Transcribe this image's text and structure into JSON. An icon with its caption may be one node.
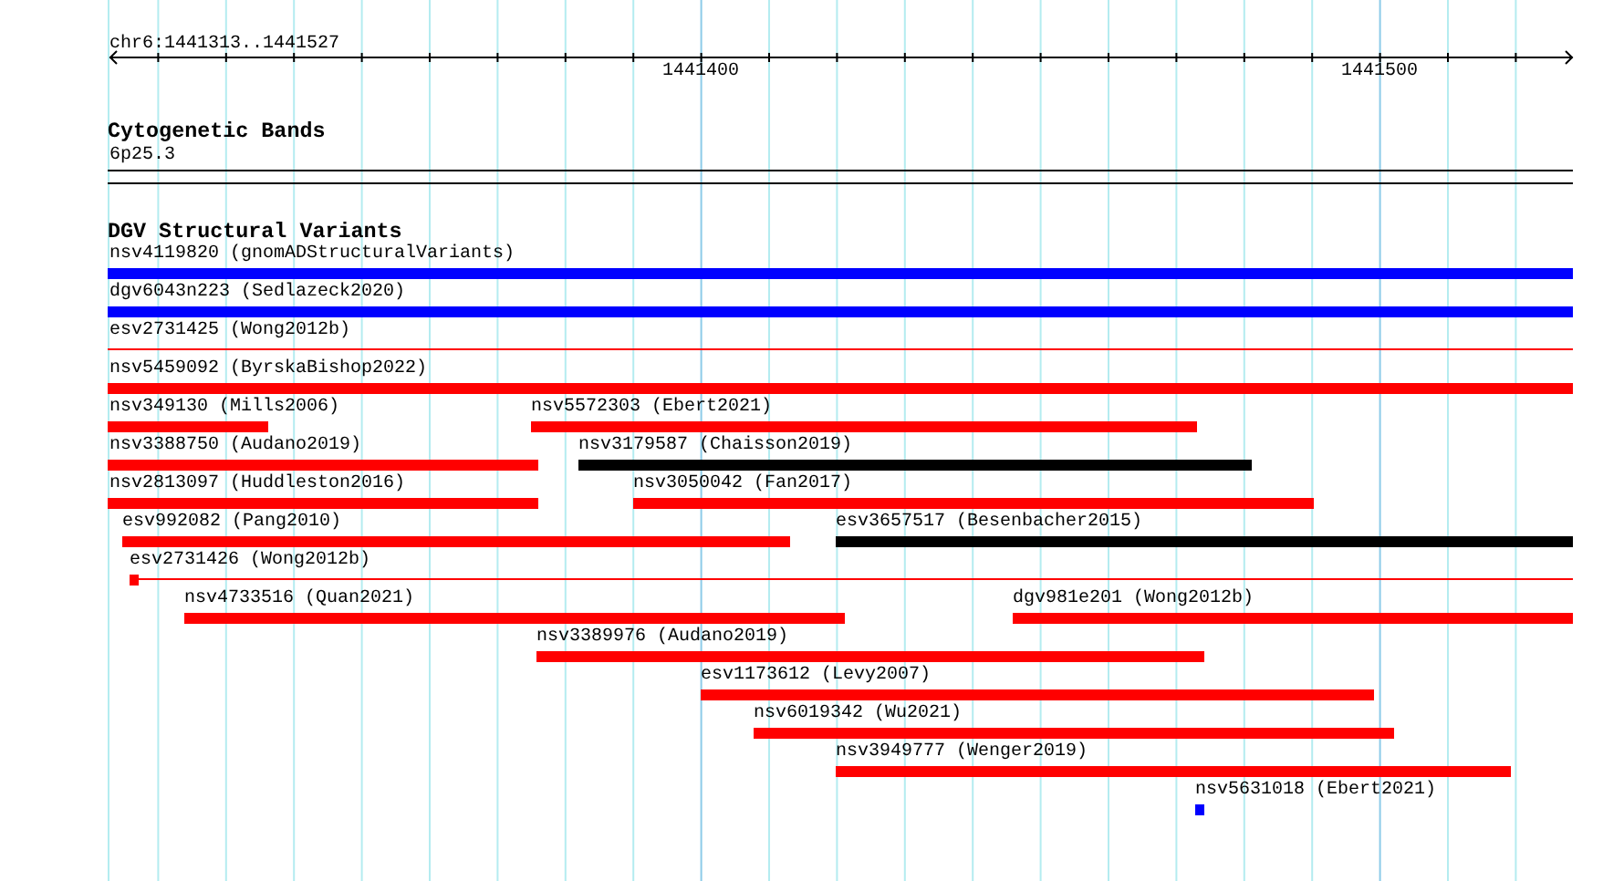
{
  "diagram": {
    "nodes": [
      {
        "text": [
          "6p25.3"
        ]
      },
      {
        "text": [
          "nsv4119820 (gnomADStructuralVariants)"
        ]
      },
      {
        "text": [
          "dgv6043n223 (Sedlazeck2020)"
        ]
      },
      {
        "text": [
          "esv2731425 (Wong2012b)"
        ]
      },
      {
        "text": [
          "nsv5459092 (ByrskaBishop2022)"
        ]
      },
      {
        "text": [
          "nsv349130 (Mills2006)"
        ]
      },
      {
        "text": [
          "nsv5572303 (Ebert2021)"
        ]
      },
      {
        "text": [
          "nsv3388750 (Audano2019)"
        ]
      },
      {
        "text": [
          "nsv3179587 (Chaisson2019)"
        ]
      },
      {
        "text": [
          "nsv2813097 (Huddleston2016)"
        ]
      },
      {
        "text": [
          "nsv3050042 (Fan2017)"
        ]
      },
      {
        "text": [
          "esv992082 (Pang2010)"
        ]
      },
      {
        "text": [
          "esv3657517 (Besenbacher2015)"
        ]
      },
      {
        "text": [
          "esv2731426 (Wong2012b)"
        ]
      },
      {
        "text": [
          "nsv4733516 (Quan2021)"
        ]
      },
      {
        "text": [
          "dgv981e201 (Wong2012b)"
        ]
      },
      {
        "text": [
          "nsv3389976 (Audano2019)"
        ]
      },
      {
        "text": [
          "esv1173612 (Levy2007)"
        ]
      },
      {
        "text": [
          "nsv6019342 (Wu2021)"
        ]
      },
      {
        "text": [
          "nsv3949777 (Wenger2019)"
        ]
      },
      {
        "text": [
          "nsv5631018 (Ebert2021)"
        ]
      }
    ],
    "labels": [
      "chr6:1441313..1441527",
      "1441400",
      "1441500",
      "Cytogenetic Bands",
      "DGV Structural Variants"
    ]
  }
}
